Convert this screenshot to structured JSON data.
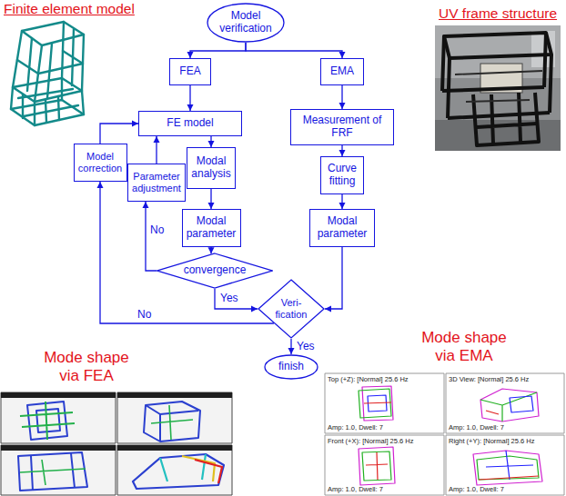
{
  "diagram": {
    "nodes": [
      {
        "text": [
          "Model verification"
        ]
      },
      {
        "text": [
          "FEA"
        ]
      },
      {
        "text": [
          "EMA"
        ]
      },
      {
        "text": [
          "FE model"
        ]
      },
      {
        "text": [
          "Measurement of FRF"
        ]
      },
      {
        "text": [
          "Model correction"
        ]
      },
      {
        "text": [
          "Modal analysis"
        ]
      },
      {
        "text": [
          "Parameter adjustment"
        ]
      },
      {
        "text": [
          "Curve fitting"
        ]
      },
      {
        "text": [
          "Modal parameter"
        ]
      },
      {
        "text": [
          "Modal parameter"
        ]
      },
      {
        "text": [
          "convergence"
        ]
      },
      {
        "text": [
          "Veri- fication"
        ]
      },
      {
        "text": [
          "finish"
        ]
      }
    ],
    "edges": [
      {
        "from": 0,
        "to": 1,
        "arrow": "to"
      },
      {
        "from": 0,
        "to": 2,
        "arrow": "to"
      },
      {
        "from": 1,
        "to": 3,
        "arrow": "to"
      },
      {
        "from": 2,
        "to": 4,
        "arrow": "to"
      },
      {
        "from": 3,
        "to": 6,
        "arrow": "to"
      },
      {
        "from": 6,
        "to": 9,
        "arrow": "to"
      },
      {
        "from": 9,
        "to": 11,
        "arrow": "to"
      },
      {
        "from": 11,
        "to": 7,
        "label": "No",
        "arrow": "to"
      },
      {
        "from": 7,
        "to": 3,
        "arrow": "to"
      },
      {
        "from": 11,
        "to": 12,
        "label": "Yes",
        "arrow": "to"
      },
      {
        "from": 4,
        "to": 8,
        "arrow": "to"
      },
      {
        "from": 8,
        "to": 10,
        "arrow": "to"
      },
      {
        "from": 10,
        "to": 12,
        "arrow": "to"
      },
      {
        "from": 12,
        "to": 5,
        "label": "No",
        "arrow": "to"
      },
      {
        "from": 5,
        "to": 3,
        "arrow": "to"
      },
      {
        "from": 12,
        "to": 13,
        "label": "Yes",
        "arrow": "to"
      }
    ],
    "labels": [
      "Finite element model",
      "UV frame structure",
      "Mode shape via FEA",
      "Mode shape via EMA",
      "Top (+Z): [Normal] 25.6 Hz",
      "3D View: [Normal] 25.6 Hz",
      "Front (+X): [Normal] 25.6 Hz",
      "Right (+Y): [Normal] 25.6 Hz",
      "Amp: 1.0, Dwell: 7",
      "Amp: 1.0, Dwell: 7",
      "Amp: 1.0, Dwell: 7",
      "Amp: 1.0, Dwell: 7"
    ]
  }
}
